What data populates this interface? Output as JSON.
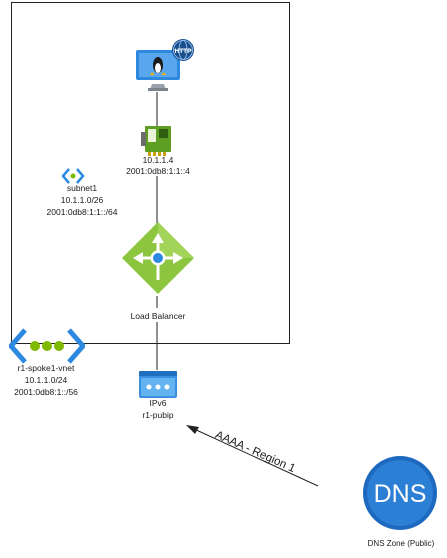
{
  "vm": {
    "icon": "linux-vm-http-icon",
    "http_badge": "HTTP"
  },
  "nic": {
    "icon": "network-interface-icon",
    "ipv4": "10.1.1.4",
    "ipv6": "2001:0db8:1:1::4"
  },
  "subnet": {
    "icon": "subnet-icon",
    "name": "subnet1",
    "ipv4": "10.1.1.0/26",
    "ipv6": "2001:0db8:1:1::/64"
  },
  "load_balancer": {
    "icon": "load-balancer-icon",
    "label": "Load Balancer"
  },
  "vnet": {
    "icon": "virtual-network-icon",
    "name": "r1-spoke1-vnet",
    "ipv4": "10.1.1.0/24",
    "ipv6": "2001:0db8:1::/56"
  },
  "public_ip": {
    "icon": "public-ip-icon",
    "tag": "IPv6",
    "name": "r1-pubip"
  },
  "dns": {
    "icon": "dns-zone-icon",
    "glyph": "DNS",
    "label": "DNS Zone (Public)"
  },
  "record_arrow": {
    "label": "AAAA - Region 1"
  },
  "colors": {
    "azure_blue": "#1f7bd6",
    "lb_green": "#7cb82f",
    "nic_green": "#76b82a",
    "dns_blue": "#1d6fc2",
    "vnet_dots": "#7fba00"
  }
}
